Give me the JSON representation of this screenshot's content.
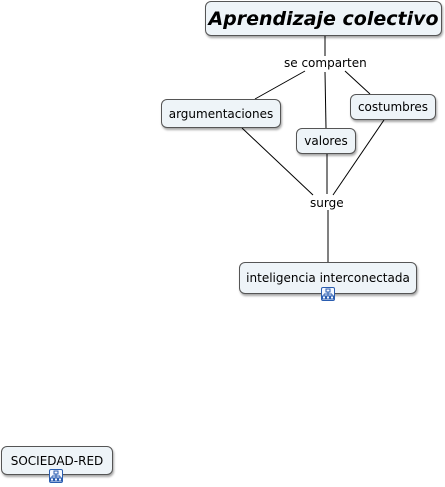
{
  "concepts": {
    "title": "Aprendizaje colectivo",
    "argumentaciones": "argumentaciones",
    "valores": "valores",
    "costumbres": "costumbres",
    "inteligencia": "inteligencia interconectada",
    "sociedad": "SOCIEDAD-RED"
  },
  "linking_phrases": {
    "comparten": "se comparten",
    "surge": "surge"
  },
  "icons": {
    "submap": "submap-icon"
  },
  "colors": {
    "node_fill": "#eef4f8",
    "node_border": "#555555",
    "icon_blue": "#2a5db0"
  }
}
